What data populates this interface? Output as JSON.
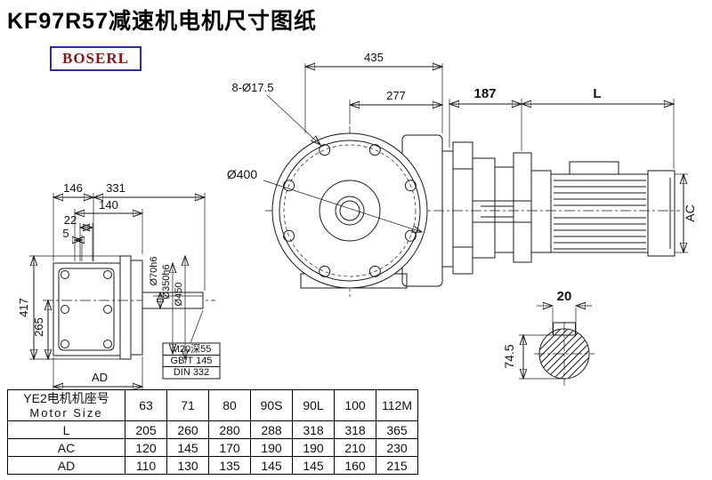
{
  "page": {
    "title": "KF97R57减速机电机尺寸图纸",
    "logo": "BOSERL"
  },
  "front_view": {
    "dim_total_width": "435",
    "dim_bolt_pattern": "8-Ø17.5",
    "dim_center_to_edge": "277",
    "dim_flange_diameter": "Ø400"
  },
  "motor_view": {
    "dim_adapter_length": "187",
    "dim_motor_length": "L",
    "dim_motor_diameter": "AC"
  },
  "side_view": {
    "dim_housing_width": "146",
    "dim_overall_width": "331",
    "dim_flange_width": "140",
    "dim_step": "22",
    "dim_gap": "5",
    "dim_overall_height": "417",
    "dim_shaft_height": "265",
    "dim_base_width": "AD",
    "dim_shaft_diameter": "Ø70h6",
    "dim_spigot_diameter": "Ø350h6",
    "dim_flange_od": "Ø450",
    "note_thread": "M20深55",
    "note_standard_1": "GB/T 145",
    "note_standard_2": "DIN 332"
  },
  "shaft_section": {
    "dim_key_width": "20",
    "dim_shaft_height": "74.5"
  },
  "table": {
    "header_label_cn": "YE2电机机座号",
    "header_label_en": "Motor Size",
    "columns": [
      "63",
      "71",
      "80",
      "90S",
      "90L",
      "100",
      "112M"
    ],
    "rows": [
      {
        "label": "L",
        "values": [
          "205",
          "260",
          "280",
          "288",
          "318",
          "318",
          "365"
        ]
      },
      {
        "label": "AC",
        "values": [
          "120",
          "145",
          "170",
          "190",
          "190",
          "210",
          "230"
        ]
      },
      {
        "label": "AD",
        "values": [
          "110",
          "130",
          "135",
          "145",
          "145",
          "160",
          "215"
        ]
      }
    ]
  }
}
